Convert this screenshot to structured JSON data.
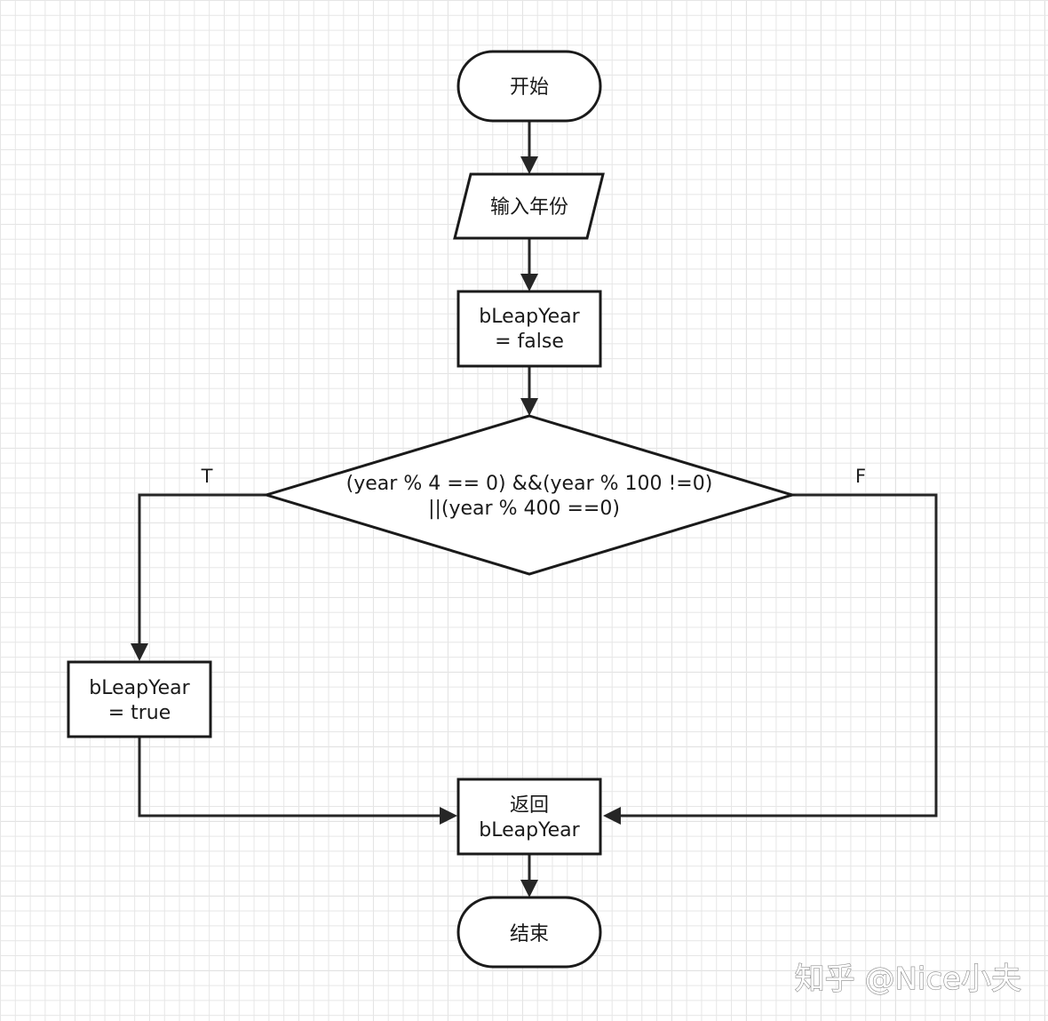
{
  "nodes": {
    "start": "开始",
    "input": "输入年份",
    "init_line1": "bLeapYear",
    "init_line2": "= false",
    "decision_line1": "(year % 4 == 0) &&(year % 100 !=0)",
    "decision_line2": "||(year % 400 ==0)",
    "set_true_line1": "bLeapYear",
    "set_true_line2": "= true",
    "return_line1": "返回",
    "return_line2": "bLeapYear",
    "end": "结束"
  },
  "edges": {
    "true_label": "T",
    "false_label": "F"
  },
  "watermark": {
    "text": "知乎 @Nice小夫"
  }
}
